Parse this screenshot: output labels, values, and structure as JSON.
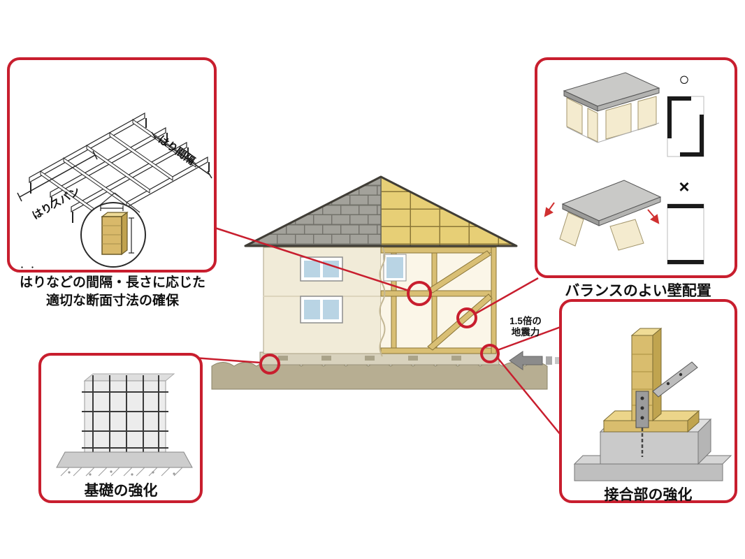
{
  "colors": {
    "callout_border": "#c81e2e",
    "connector_red": "#c81e2e",
    "wall_beige": "#f1ebd8",
    "timber_tan": "#d9bf74",
    "roof_shingle_gray": "#a3a29b",
    "roof_panel_yellow": "#e7cf76",
    "ground_olive": "#b7ae92",
    "window_blue": "#b9d4e4",
    "metal_gray": "#9c9c9c"
  },
  "callout_beam": {
    "dim_span_label": "はりスパン",
    "dim_spacing_label": "はり間隔",
    "emphasis_dots": "・・",
    "caption_line1": "はりなどの間隔・長さに応じた",
    "caption_line2": "適切な断面寸法の確保"
  },
  "callout_wall": {
    "label": "バランスのよい壁配置",
    "good_mark": "○",
    "bad_mark": "×"
  },
  "callout_foundation": {
    "label": "基礎の強化"
  },
  "callout_joint": {
    "label": "接合部の強化"
  },
  "house": {
    "seismic_force_line1": "1.5倍の",
    "seismic_force_line2": "地震力"
  }
}
